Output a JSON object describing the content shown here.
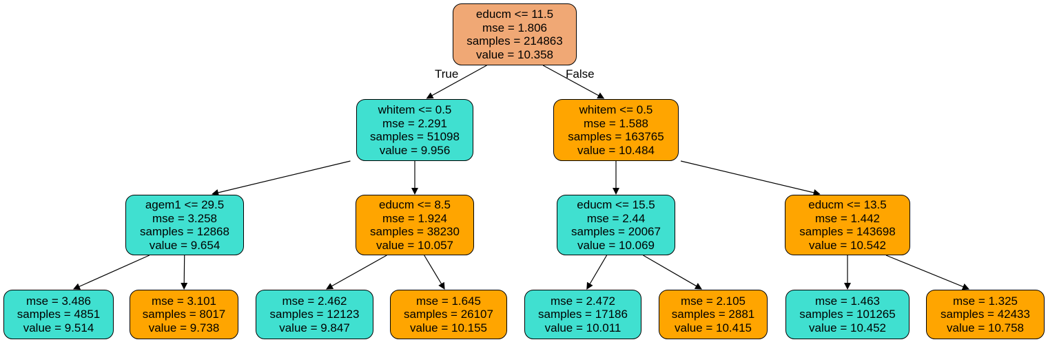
{
  "colors": {
    "teal": "#40e0d0",
    "orange": "#ffa500",
    "salmon": "#f0a875"
  },
  "nodes": [
    {
      "id": "root",
      "lines": [
        "educm <= 11.5",
        "mse = 1.806",
        "samples = 214863",
        "value = 10.358"
      ],
      "fill": "salmon"
    },
    {
      "id": "l",
      "lines": [
        "whitem <= 0.5",
        "mse = 2.291",
        "samples = 51098",
        "value = 9.956"
      ],
      "fill": "teal"
    },
    {
      "id": "r",
      "lines": [
        "whitem <= 0.5",
        "mse = 1.588",
        "samples = 163765",
        "value = 10.484"
      ],
      "fill": "orange"
    },
    {
      "id": "ll",
      "lines": [
        "agem1 <= 29.5",
        "mse = 3.258",
        "samples = 12868",
        "value = 9.654"
      ],
      "fill": "teal"
    },
    {
      "id": "lr",
      "lines": [
        "educm <= 8.5",
        "mse = 1.924",
        "samples = 38230",
        "value = 10.057"
      ],
      "fill": "orange"
    },
    {
      "id": "rl",
      "lines": [
        "educm <= 15.5",
        "mse = 2.44",
        "samples = 20067",
        "value = 10.069"
      ],
      "fill": "teal"
    },
    {
      "id": "rr",
      "lines": [
        "educm <= 13.5",
        "mse = 1.442",
        "samples = 143698",
        "value = 10.542"
      ],
      "fill": "orange"
    },
    {
      "id": "lll",
      "lines": [
        "mse = 3.486",
        "samples = 4851",
        "value = 9.514"
      ],
      "fill": "teal"
    },
    {
      "id": "llr",
      "lines": [
        "mse = 3.101",
        "samples = 8017",
        "value = 9.738"
      ],
      "fill": "orange"
    },
    {
      "id": "lrl",
      "lines": [
        "mse = 2.462",
        "samples = 12123",
        "value = 9.847"
      ],
      "fill": "teal"
    },
    {
      "id": "lrr",
      "lines": [
        "mse = 1.645",
        "samples = 26107",
        "value = 10.155"
      ],
      "fill": "orange"
    },
    {
      "id": "rll",
      "lines": [
        "mse = 2.472",
        "samples = 17186",
        "value = 10.011"
      ],
      "fill": "teal"
    },
    {
      "id": "rlr",
      "lines": [
        "mse = 2.105",
        "samples = 2881",
        "value = 10.415"
      ],
      "fill": "orange"
    },
    {
      "id": "rrl",
      "lines": [
        "mse = 1.463",
        "samples = 101265",
        "value = 10.452"
      ],
      "fill": "teal"
    },
    {
      "id": "rrr",
      "lines": [
        "mse = 1.325",
        "samples = 42433",
        "value = 10.758"
      ],
      "fill": "orange"
    }
  ],
  "edges": [
    {
      "from": "root",
      "to": "l",
      "label": "True"
    },
    {
      "from": "root",
      "to": "r",
      "label": "False"
    },
    {
      "from": "l",
      "to": "ll"
    },
    {
      "from": "l",
      "to": "lr"
    },
    {
      "from": "r",
      "to": "rl"
    },
    {
      "from": "r",
      "to": "rr"
    },
    {
      "from": "ll",
      "to": "lll"
    },
    {
      "from": "ll",
      "to": "llr"
    },
    {
      "from": "lr",
      "to": "lrl"
    },
    {
      "from": "lr",
      "to": "lrr"
    },
    {
      "from": "rl",
      "to": "rll"
    },
    {
      "from": "rl",
      "to": "rlr"
    },
    {
      "from": "rr",
      "to": "rrl"
    },
    {
      "from": "rr",
      "to": "rrr"
    }
  ]
}
